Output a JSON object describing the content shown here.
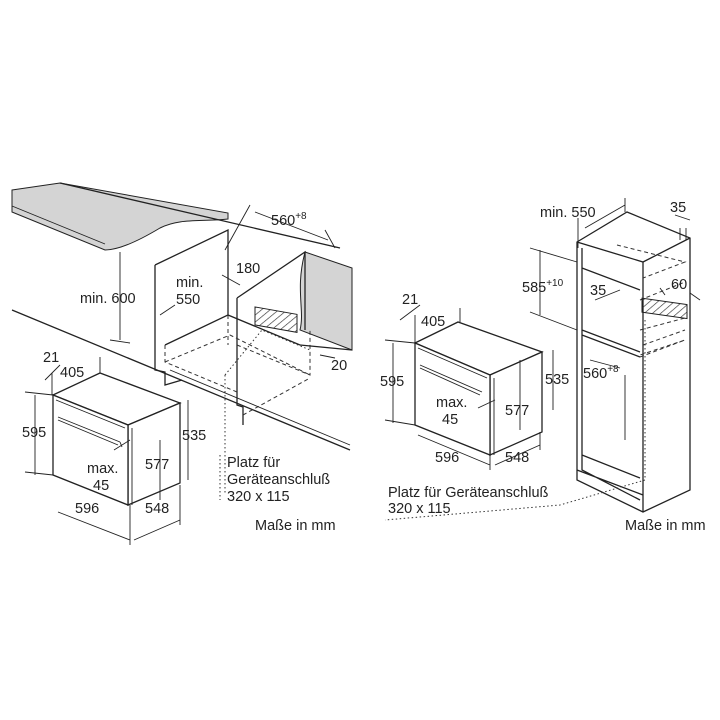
{
  "left_drawing": {
    "countertop_width": "560",
    "countertop_width_tol": "+8",
    "height_label": "min. 600",
    "depth_label_min": "min.",
    "depth_label_val": "550",
    "gap_180": "180",
    "gap_20": "20",
    "oven": {
      "d21": "21",
      "d405": "405",
      "h595": "595",
      "h535": "535",
      "h577": "577",
      "max_label": "max.",
      "max_val": "45",
      "w596": "596",
      "d548": "548"
    },
    "connection_line1": "Platz für",
    "connection_line2": "Geräteanschluß",
    "connection_size": "320 x 115",
    "units": "Maße in mm"
  },
  "right_drawing": {
    "depth_label": "min. 550",
    "d35_top": "35",
    "h585": "585",
    "h585_tol": "+10",
    "d35_mid": "35",
    "d60": "60",
    "w560": "560",
    "w560_tol": "+8",
    "oven": {
      "d21": "21",
      "d405": "405",
      "h595": "595",
      "h535": "535",
      "h577": "577",
      "max_label": "max.",
      "max_val": "45",
      "w596": "596",
      "d548": "548"
    },
    "connection_line1": "Platz für Geräteanschluß",
    "connection_size": "320 x 115",
    "units": "Maße in mm"
  }
}
